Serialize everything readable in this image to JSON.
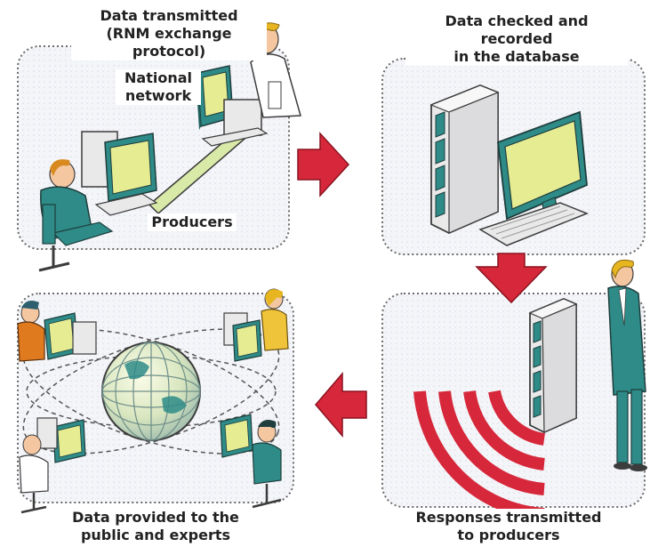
{
  "steps": {
    "transmit": {
      "label_line1": "Data transmitted",
      "label_line2": "(RNM exchange protocol)",
      "network_line1": "National",
      "network_line2": "network",
      "producers": "Producers"
    },
    "check": {
      "label_line1": "Data checked and recorded",
      "label_line2": "in the database"
    },
    "respond": {
      "label_line1": "Responses transmitted",
      "label_line2": "to producers"
    },
    "provide": {
      "label_line1": "Data provided to the",
      "label_line2": "public and experts"
    }
  },
  "colors": {
    "arrow": "#d6283a",
    "panel_border": "#666666",
    "panel_fill": "#f3f4f8",
    "teal": "#2e8b87",
    "screen": "#e6ec92",
    "computer": "#e9e9ea",
    "skin": "#f4c7a0",
    "hair": "#e6b520",
    "link": "#d8e9a8"
  }
}
